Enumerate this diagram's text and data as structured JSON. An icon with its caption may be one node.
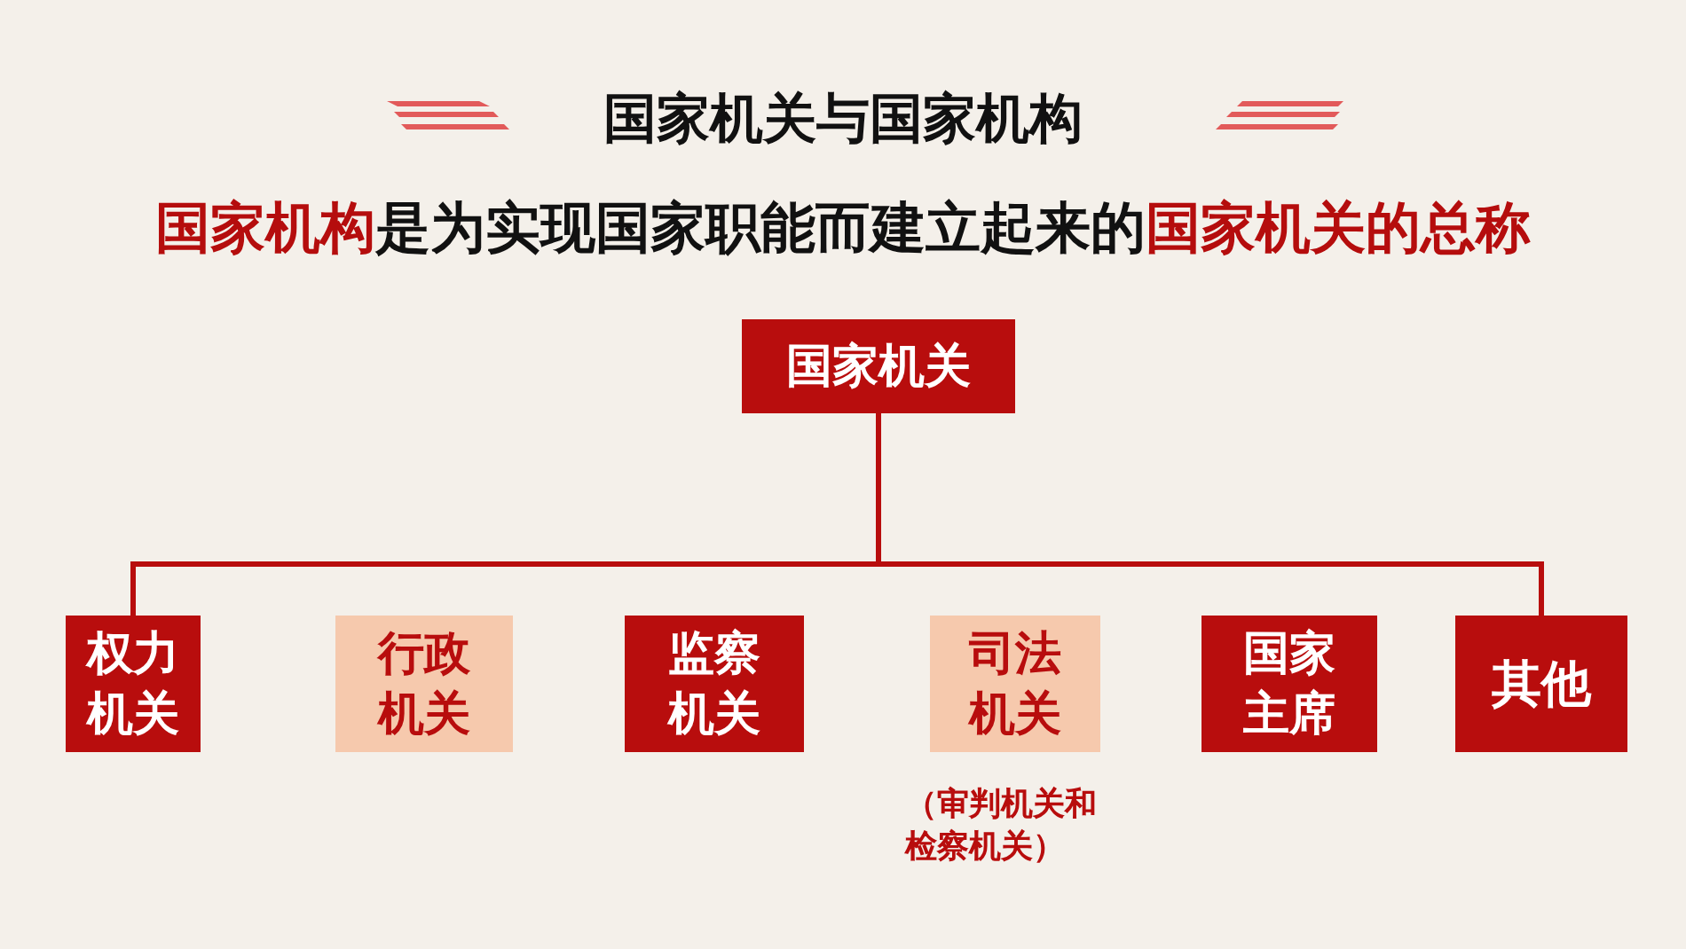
{
  "diagram": {
    "title": "国家机关与国家机构",
    "caption": "**国家机构**是为实现国家职能而建立起来的**国家机关的总称**",
    "nodes": [
      {
        "text": [
          "国家机关"
        ]
      },
      {
        "text": [
          "权力机关"
        ]
      },
      {
        "text": [
          "行政机关"
        ]
      },
      {
        "text": [
          "监察机关"
        ]
      },
      {
        "text": [
          "司法机关"
        ],
        "beside": [
          "（审判机关和检察机关）"
        ]
      },
      {
        "text": [
          "国家主席"
        ]
      },
      {
        "text": [
          "其他"
        ]
      }
    ],
    "edges": [
      {
        "from": 0,
        "to": 1,
        "arrow": "none"
      },
      {
        "from": 0,
        "to": 6,
        "arrow": "none"
      }
    ]
  }
}
